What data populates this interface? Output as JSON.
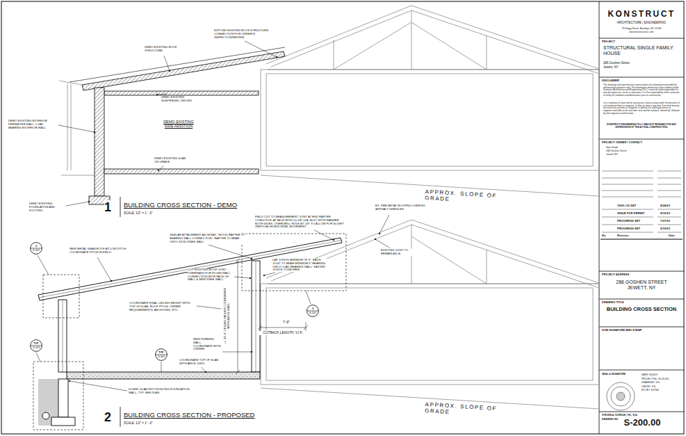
{
  "diagram": {
    "nodes": [
      {
        "text": [
          "3",
          "S-102"
        ]
      },
      {
        "text": [
          "3",
          "S-102"
        ]
      },
      {
        "text": [
          "TYP.",
          "S-103"
        ]
      },
      {
        "text": [
          "TYP.",
          "S-300"
        ]
      }
    ],
    "labels": [
      "EXPOSE EXISTING ROOF STRUCTURE CONNECTION FOR OWNER'S INSPECTION/REVIEW.",
      "DEMO EXISTING ROOF STRUCTURE.",
      "DEMO EXISTING SUSPENDED CEILING",
      "DEMO EXISTING SIDE ADDITION",
      "DEMO EXISTING EXTERIOR PERIMETER WALL. LOAD BEARING EXTERIOR WALL.",
      "DEMO EXISTING SLAB ON GRADE",
      "DEMO EXISTING FOUNDATION AND FOOTING.",
      "APPROX. SLOPE OF GRADE",
      "1",
      "BUILDING CROSS SECTION - DEMO",
      "SCALE: 1/2\" = 1' - 0\"",
      "EXISTING JOIST TO REMAIN AS-IS.",
      "EX. PBR METAL ROOFING OVER EX. ASPHALT SHINGLES",
      "FIELD CUT TO MEASUREMENT JOIST AT END RAFTER CONDITION. ATTACH WITH (1) 5/8\" DIA. BOLT WITH WASHER BOTH SIDES. OVERDRILL HOLE BY 1/8\" TO ALLOW FOR SLIGHT VERTICAL/HORIZONTAL MOVEMENT.",
      "SIMILAR ATTACHMENT AS DETAIL \"WOOD RAFTER TO BEARING WALL CONNECTION\". RAFTER TO BEAR ONTO STUD KNEE WALL.",
      "NEW METAL SEAM ROOF AT LOW-PITCH. COORDINATE PITCH IN FIELD.",
      "LAP JOISTS MINIMUM OF 3\". EACH JOIST TO BEAR MINIMUM 3\" BEARING ONTO LOAD BEARING WALL. FASTEN JOISTS TOGETHER.",
      "CUT EXISTING ROOF JOIST OVERHANG FOR FLUSH WALL CONNECTION WITH FACE OF WALL & NEW KNEE WALL.",
      "COORDINATE FINAL CEILING HEIGHT WITH TOP OF SLAB, ROOF PITCH, OWNER REQUIREMENTS, ARCH DWG, ETC.",
      "+/- 10'-0\" CEILING HEIGHT COORDINATE WITH ARCH. DWG.",
      "7'-8\"",
      "CUTBACK LENGTH, V.I.F.",
      "NEW FURRING WALL. COORDINATE WITH OWNER.",
      "COORDINATE TOP OF SLAB WITH ARCH. DWG.",
      "DOWEL SLAB INTO EXISTING FOUNDATION WALL, TYP. SEE PLAN.",
      "APPROX. SLOPE OF GRADE",
      "2",
      "BUILDING CROSS SECTION - PROPOSED",
      "SCALE: 1/2\" = 1' - 0\"",
      "KONSTRUCT",
      "ARCHITECTURE | ENGINEERING",
      "70 Stagg Street, Brooklyn, NY 11206",
      "www.konstructarc.com",
      "PROJECT",
      "STRUCTURAL SINGLE FAMILY HOUSE",
      "286 Goshen Street",
      "Jewett, NY",
      "DISCLAIMER",
      "The drawings and specifications associated to this drawing are provided for informational purposes only. The information shown has to be verified in field. Konstruct Architecture and Engineering PLLC cannot be held responsible for any discrepancies, errors or omissions. It is the responsibility of the contractor to verify all conditions and dimensions prior to construction.",
      "It is a violation of state law for any person, unless acting under the direction of a licensed architect or engineer, to alter an item in any way. If an item bearing the seal of an architect or engineer is altered, the altering architect or engineer shall affix to the item their seal and the notation \"altered by\" followed by their signature and the date.",
      "KONSTRUCT ENGINEERING PLLC WAS NOT RETAINED FOR ANY SUPERVISION OF THE ACTUAL CONSTRUCTION.",
      "PROJECT OWNER / CONTACT",
      "Sam Singh",
      "286 Goshen Street",
      "Jewett, NY",
      "100% CD SET",
      "8/24/23",
      "ISSUE FOR PERMIT",
      "8/15/23",
      "PROGRESS SET",
      "7/27/23",
      "PROGRESS SET",
      "6/19/23",
      "No.",
      "Revision",
      "Date",
      "PROJECT ADDRESS",
      "286 GOSHEN STREET JEWETT, NY",
      "DRAWING TITLE",
      "BUILDING CROSS SECTION",
      "DOB SIGNATURE AND STAMP",
      "SEAL & SIGNATURE",
      "DATE: 8/24/23",
      "PROJECT No: 23-03-001",
      "DRAWN BY: S.K.",
      "CHK BY: S.K.",
      "NY PE# 107940",
      "STEVEN A. KORSUK, P.E., R.A.",
      "DRAWING NO.",
      "S-200.00"
    ]
  }
}
